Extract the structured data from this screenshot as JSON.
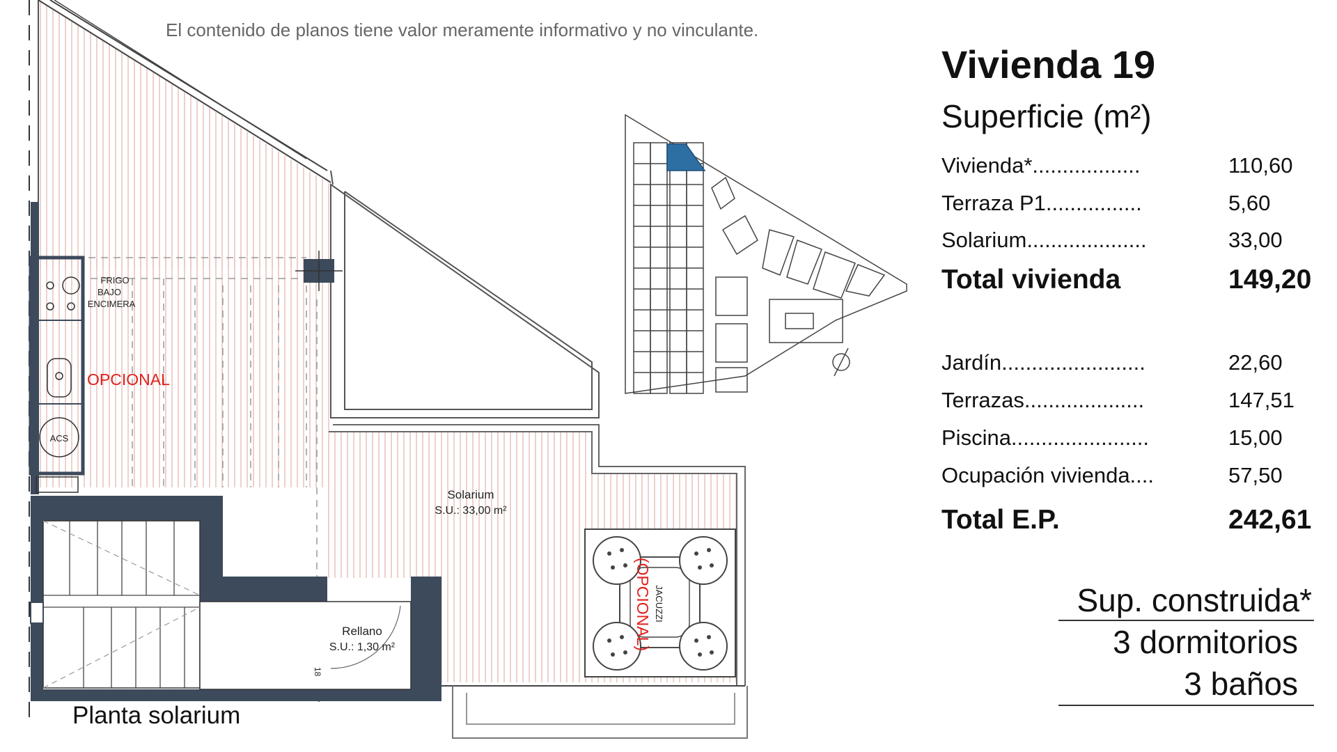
{
  "disclaimer": "El contenido de planos tiene valor meramente informativo y no vinculante.",
  "title": "Vivienda 19",
  "subtitle": "Superficie (m²)",
  "areas": [
    {
      "label": "Vivienda*..................",
      "value": "110,60"
    },
    {
      "label": "Terraza P1................",
      "value": "5,60"
    },
    {
      "label": "Solarium....................",
      "value": "33,00"
    }
  ],
  "total_vivienda": {
    "label": "Total vivienda",
    "value": "149,20"
  },
  "extras": [
    {
      "label": "Jardín........................",
      "value": "22,60"
    },
    {
      "label": "Terrazas....................",
      "value": "147,51"
    },
    {
      "label": "Piscina.......................",
      "value": "15,00"
    },
    {
      "label": "Ocupación vivienda....",
      "value": "57,50"
    }
  ],
  "total_ep": {
    "label": "Total E.P.",
    "value": "242,61"
  },
  "summary": {
    "sup_construida": "Sup. construida*",
    "dormitorios": "3 dormitorios",
    "banos": "3 baños"
  },
  "plan": {
    "floor_label": "Planta solarium",
    "solarium_label": "Solarium",
    "solarium_area": "S.U.: 33,00 m²",
    "rellano_label": "Rellano",
    "rellano_area": "S.U.: 1,30 m²",
    "frigo_line1": "FRIGO",
    "frigo_line2": "BAJO",
    "frigo_line3": "ENCIMERA",
    "opcional_kitchen": "OPCIONAL",
    "opcional_jacuzzi": "(OPCIONAL)",
    "jacuzzi": "JACUZZI",
    "acs": "ACS",
    "stair_number": "18"
  },
  "colors": {
    "wall": "#3d4a5c",
    "highlight": "#2e6fa3",
    "deck": "#e8b4a8",
    "opcional": "#e0201c"
  }
}
